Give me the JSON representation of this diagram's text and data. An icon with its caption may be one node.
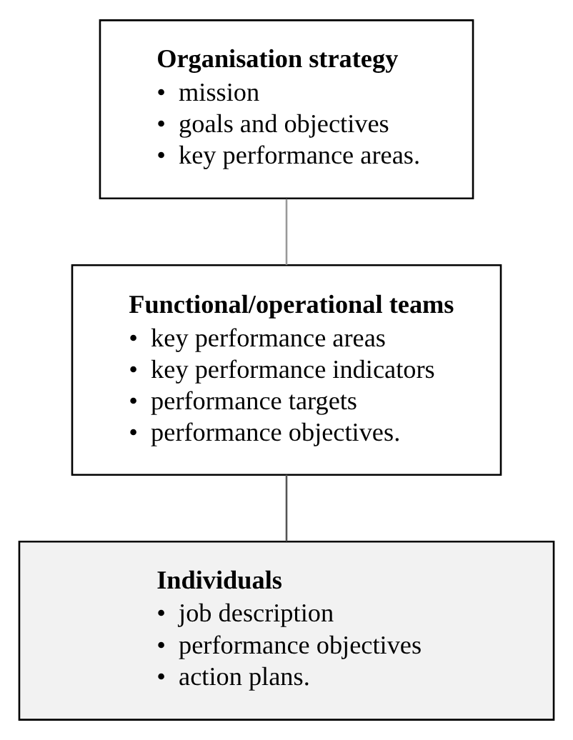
{
  "diagram": {
    "nodes": [
      {
        "text": [
          "Organisation strategy",
          "•  mission",
          "•  goals and objectives",
          "•  key performance areas."
        ]
      },
      {
        "text": [
          "Functional/operational teams",
          "•  key performance areas",
          "•  key performance indicators",
          "•  performance targets",
          "•  performance objectives."
        ]
      },
      {
        "text": [
          "Individuals",
          "•  job description",
          "•  performance objectives",
          "•  action plans."
        ]
      }
    ],
    "edges": [
      {
        "from": 0,
        "to": 1,
        "arrow": "none",
        "color": "#999999"
      },
      {
        "from": 1,
        "to": 2,
        "arrow": "none"
      }
    ]
  }
}
